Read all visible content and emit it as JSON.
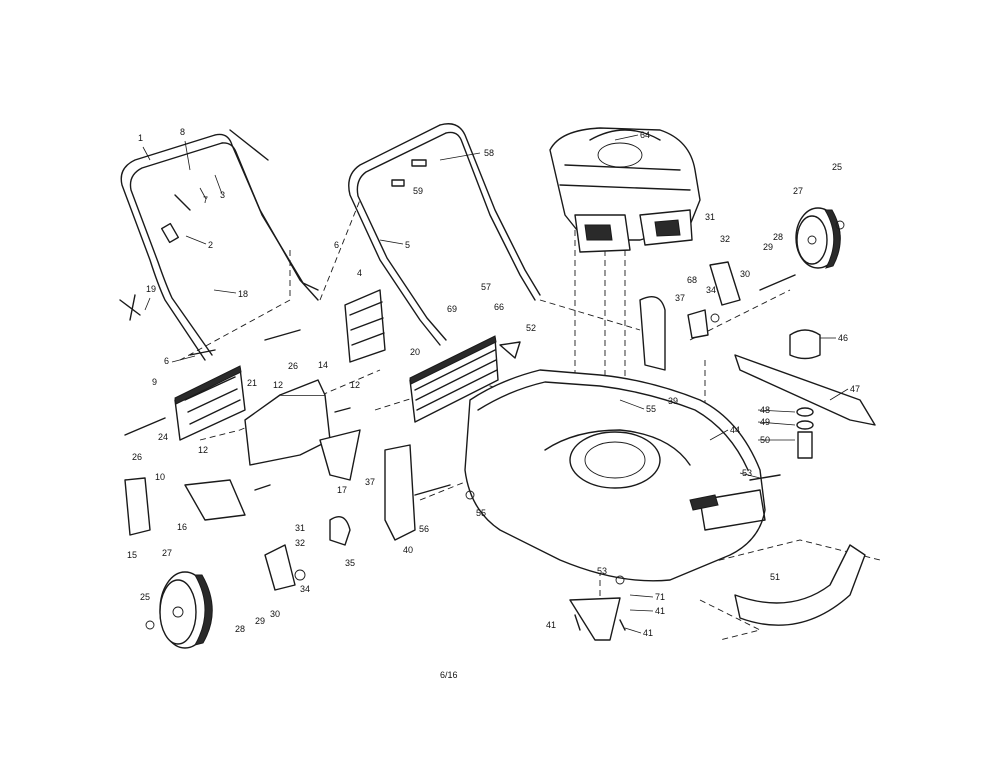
{
  "page": {
    "number": "6/16"
  },
  "callouts": [
    "1",
    "8",
    "7",
    "3",
    "2",
    "18",
    "19",
    "6",
    "21",
    "26",
    "9",
    "24",
    "26",
    "12",
    "14",
    "12",
    "10",
    "12",
    "16",
    "15",
    "17",
    "27",
    "25",
    "28",
    "29",
    "30",
    "31",
    "32",
    "34",
    "35",
    "37",
    "40",
    "56",
    "55",
    "58",
    "59",
    "5",
    "6",
    "4",
    "69",
    "57",
    "66",
    "52",
    "20",
    "64",
    "27",
    "25",
    "31",
    "32",
    "30",
    "29",
    "28",
    "68",
    "37",
    "34",
    "39",
    "46",
    "47",
    "48",
    "49",
    "50",
    "44",
    "53",
    "55",
    "51",
    "53",
    "41",
    "71",
    "41",
    "41"
  ]
}
